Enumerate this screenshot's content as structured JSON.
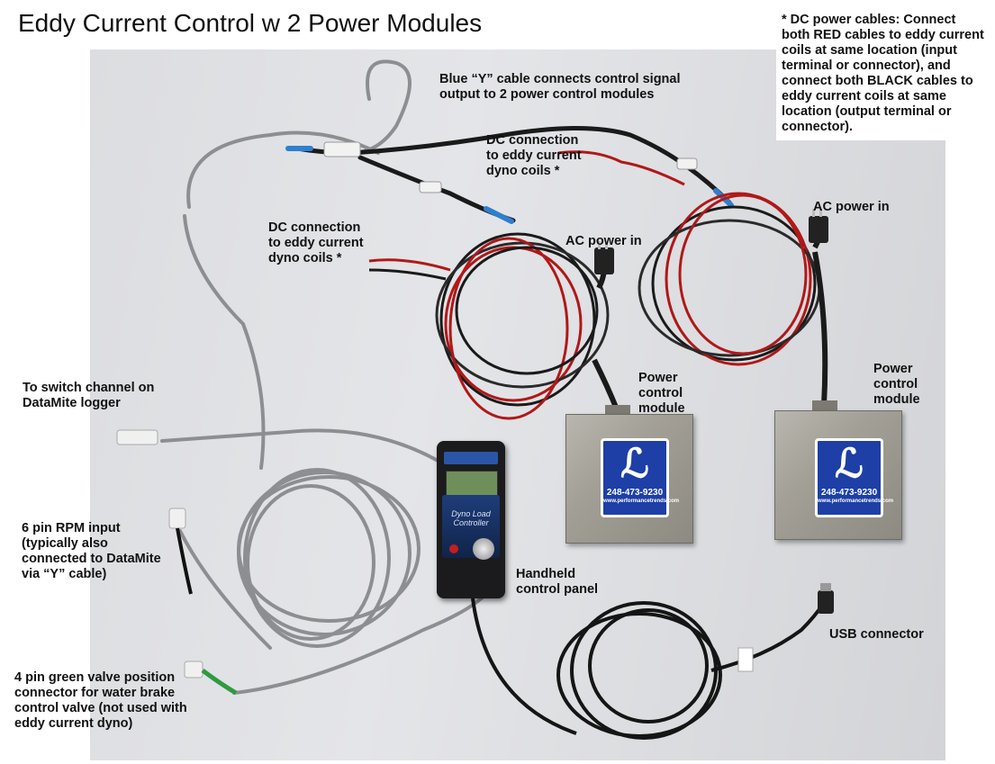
{
  "title": "Eddy Current Control w 2 Power Modules",
  "note": "* DC power cables:  Connect both RED cables to eddy current coils at same location (input terminal or connector), and connect both BLACK cables to eddy current coils at same location (output terminal or connector).",
  "labels": {
    "y_cable": "Blue “Y” cable connects control signal output to 2 power control modules",
    "dc_top": "DC connection to eddy current dyno coils *",
    "dc_left": "DC connection to eddy current dyno coils *",
    "ac_left": "AC power in",
    "ac_right": "AC power in",
    "module_left": "Power control module",
    "module_right": "Power control module",
    "switch_channel": "To switch channel on DataMite logger",
    "rpm_input": "6 pin RPM input (typically also connected to DataMite via “Y” cable)",
    "valve": "4 pin green valve position connector for water brake control valve (not used with eddy current dyno)",
    "handheld": "Handheld control panel",
    "usb": "USB connector"
  },
  "module_logo": {
    "phone": "248-473-9230",
    "url": "www.performancetrends.com"
  },
  "handheld_face": "Dyno Load Controller",
  "colors": {
    "module_logo_blue": "#1d3fa6",
    "cable_gray": "#8c8e92",
    "cable_black": "#1a1a1a",
    "cable_red": "#b01818",
    "connector_blue": "#2f7fd0"
  },
  "icons": [
    "ac-plug-icon",
    "usb-plug-icon",
    "connector-icon",
    "logo-mark-icon"
  ]
}
